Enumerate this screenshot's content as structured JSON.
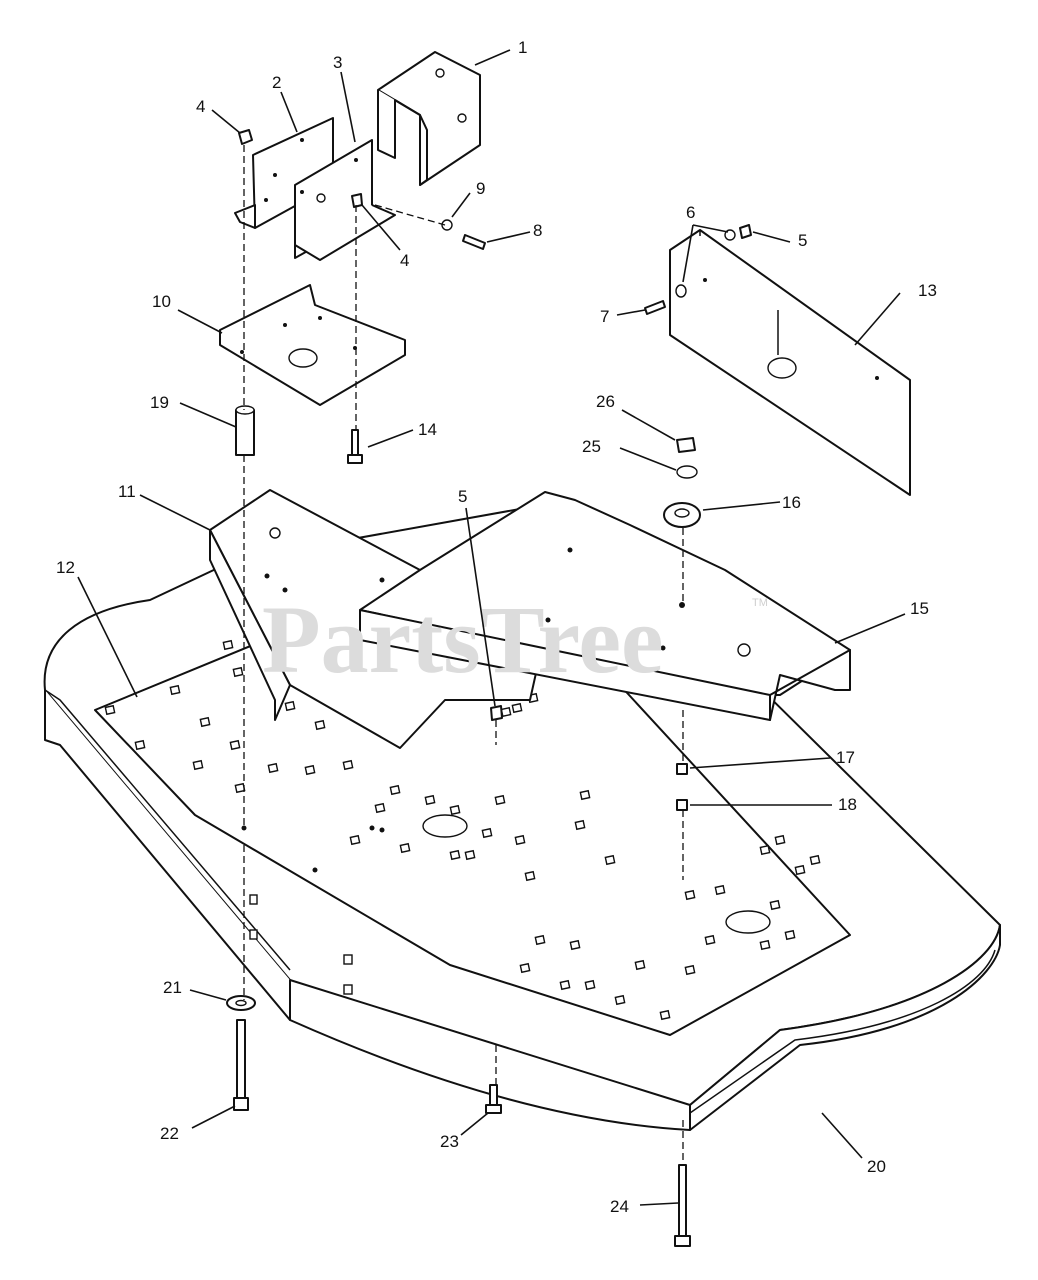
{
  "watermark": {
    "text": "PartsTree",
    "tm": "TM"
  },
  "callouts": [
    {
      "id": 1,
      "label": "1"
    },
    {
      "id": 2,
      "label": "2"
    },
    {
      "id": 3,
      "label": "3"
    },
    {
      "id": 4,
      "label": "4"
    },
    {
      "id": 5,
      "label": "5"
    },
    {
      "id": 6,
      "label": "6"
    },
    {
      "id": 7,
      "label": "7"
    },
    {
      "id": 8,
      "label": "8"
    },
    {
      "id": 9,
      "label": "9"
    },
    {
      "id": 10,
      "label": "10"
    },
    {
      "id": 11,
      "label": "11"
    },
    {
      "id": 12,
      "label": "12"
    },
    {
      "id": 13,
      "label": "13"
    },
    {
      "id": 14,
      "label": "14"
    },
    {
      "id": 15,
      "label": "15"
    },
    {
      "id": 16,
      "label": "16"
    },
    {
      "id": 17,
      "label": "17"
    },
    {
      "id": 18,
      "label": "18"
    },
    {
      "id": 19,
      "label": "19"
    },
    {
      "id": 20,
      "label": "20"
    },
    {
      "id": 21,
      "label": "21"
    },
    {
      "id": 22,
      "label": "22"
    },
    {
      "id": 23,
      "label": "23"
    },
    {
      "id": 24,
      "label": "24"
    },
    {
      "id": 25,
      "label": "25"
    },
    {
      "id": 26,
      "label": "26"
    }
  ]
}
